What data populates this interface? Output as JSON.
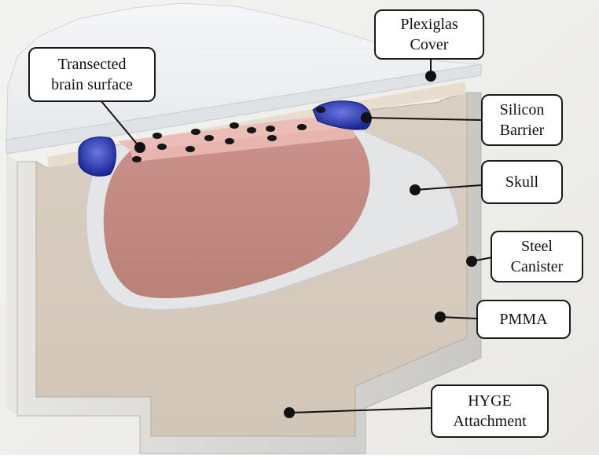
{
  "labels": {
    "plexiglas_cover": [
      "Plexiglas",
      "Cover"
    ],
    "transected_brain_surface": [
      "Transected",
      "brain surface"
    ],
    "silicon_barrier": [
      "Silicon",
      "Barrier"
    ],
    "skull": [
      "Skull"
    ],
    "steel_canister": [
      "Steel",
      "Canister"
    ],
    "pmma": [
      "PMMA"
    ],
    "hyge_attachment": [
      "HYGE",
      "Attachment"
    ]
  },
  "colors": {
    "background": "#ffffff",
    "steel": "#d4d3cf",
    "pmma": "#d6cbbd",
    "skull": "#e2e4e6",
    "brain": "#c38a80",
    "brain_surface": "#e7b3ae",
    "silicon": "#1f2fa8",
    "plexiglas": "#eef1f4",
    "electrode": "#151515"
  }
}
